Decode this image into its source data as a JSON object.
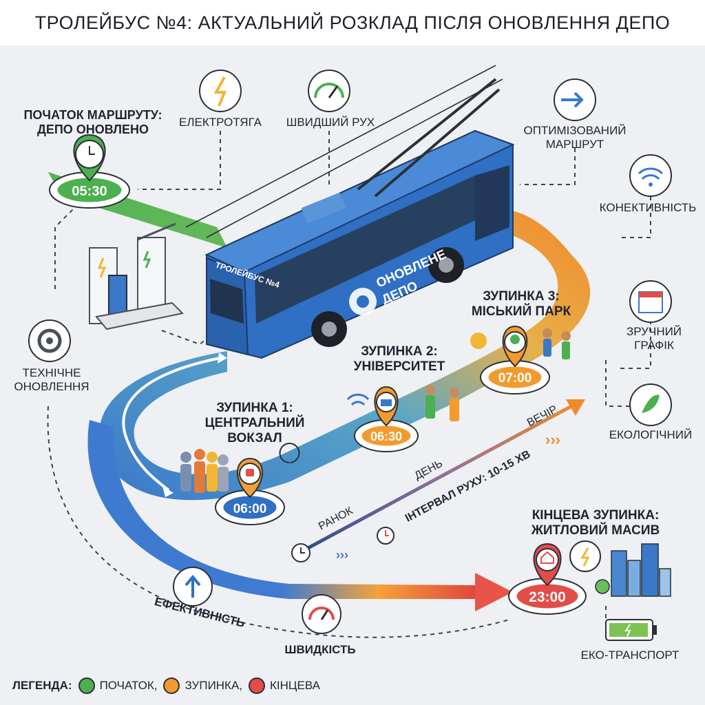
{
  "title": "ТРОЛЕЙБУС №4: АКТУАЛЬНИЙ РОЗКЛАД ПІСЛЯ ОНОВЛЕННЯ ДЕПО",
  "start": {
    "title_line1": "ПОЧАТОК МАРШРУТУ:",
    "title_line2": "ДЕПО ОНОВЛЕНО",
    "time": "05:30"
  },
  "stops": [
    {
      "title_line1": "ЗУПИНКА 1:",
      "title_line2": "ЦЕНТРАЛЬНИЙ",
      "title_line3": "ВОКЗАЛ",
      "time": "06:00"
    },
    {
      "title_line1": "ЗУПИНКА 2:",
      "title_line2": "УНІВЕРСИТЕТ",
      "time": "06:30"
    },
    {
      "title_line1": "ЗУПИНКА 3:",
      "title_line2": "МІСЬКИЙ ПАРК",
      "time": "07:00"
    }
  ],
  "end": {
    "title_line1": "КІНЦЕВА ЗУПИНКА:",
    "title_line2": "ЖИТЛОВИЙ МАСИВ",
    "time": "23:00"
  },
  "features": {
    "electric": "ЕЛЕКТРОТЯГА",
    "faster": "ШВИДШИЙ РУХ",
    "optimized_line1": "ОПТИМІЗОВАНИЙ",
    "optimized_line2": "МАРШРУТ",
    "connectivity": "КОНЕКТИВНІСТЬ",
    "schedule_line1": "ЗРУЧНИЙ",
    "schedule_line2": "ГРАФІК",
    "eco": "ЕКОЛОГІЧНИЙ",
    "tech_line1": "ТЕХНІЧНЕ",
    "tech_line2": "ОНОВЛЕННЯ",
    "efficiency": "ЕФЕКТИВНІСТЬ",
    "speed": "ШВИДКІСТЬ",
    "eco_transport": "ЕКО-ТРАНСПОРТ"
  },
  "bus": {
    "route_sign": "ТРОЛЕЙБУС №4",
    "side_line1": "ОНОВЛЕНЕ",
    "side_line2": "ДЕПО"
  },
  "timeline": {
    "morning": "РАНОК",
    "day": "ДЕНЬ",
    "evening": "ВЕЧІР",
    "interval": "ІНТЕРВАЛ РУХУ: 10-15 ХВ"
  },
  "legend": {
    "title": "ЛЕГЕНДА:",
    "start": "ПОЧАТОК,",
    "stop": "ЗУПИНКА,",
    "end": "КІНЦЕВА"
  },
  "colors": {
    "start": "#4caf50",
    "stop": "#f39a2e",
    "end": "#e24d48",
    "bus": "#2f6fc4",
    "route_blue": "#3a78c9"
  }
}
